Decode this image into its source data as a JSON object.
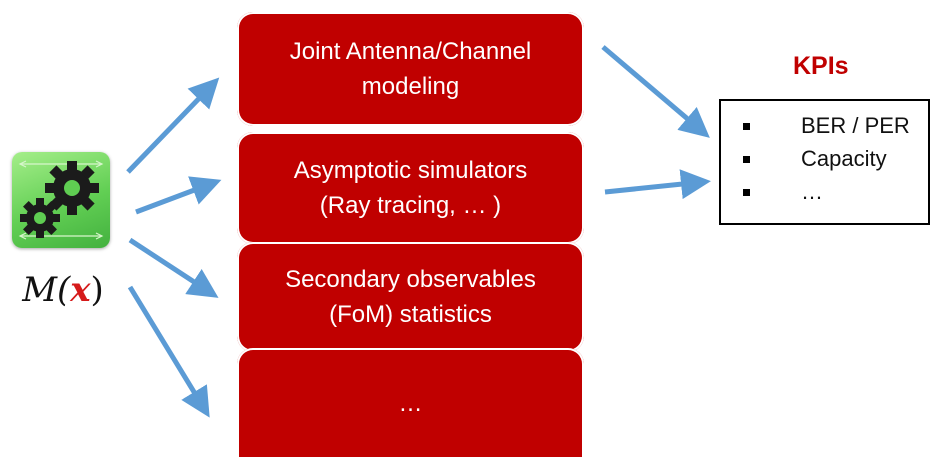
{
  "model": {
    "label_prefix": "M(",
    "label_var": "x",
    "label_suffix": ")",
    "icon": "gears-icon"
  },
  "blocks": [
    {
      "text": "Joint Antenna/Channel\nmodeling"
    },
    {
      "text": "Asymptotic simulators\n(Ray tracing, … )"
    },
    {
      "text": "Secondary observables\n(FoM) statistics"
    },
    {
      "text": "…"
    }
  ],
  "kpis": {
    "title": "KPIs",
    "items": [
      "BER / PER",
      "Capacity",
      "…"
    ]
  },
  "colors": {
    "block": "#c00000",
    "arrow": "#5b9bd5",
    "kpi_title": "#c00000",
    "icon_bg": "#62cf54"
  }
}
